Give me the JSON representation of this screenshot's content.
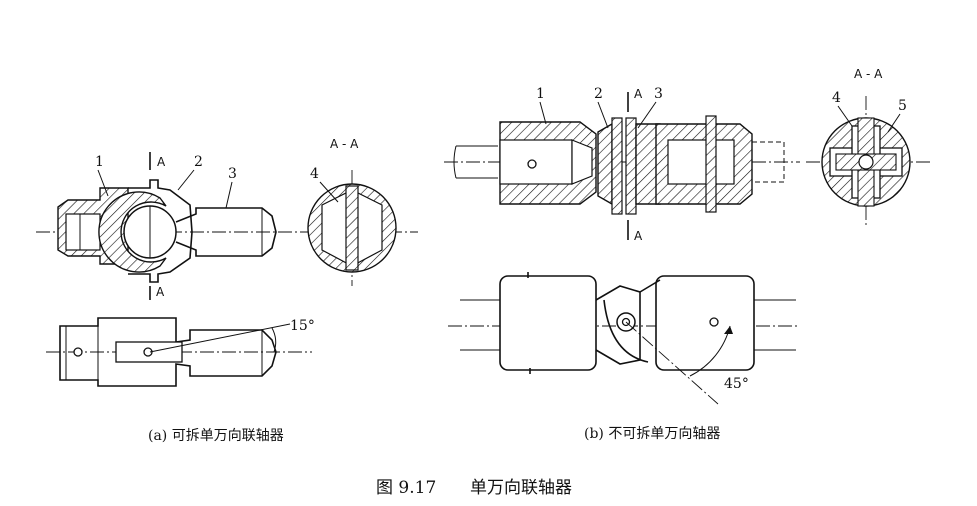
{
  "figure": {
    "number": "图 9.17",
    "title": "单万向联轴器"
  },
  "panel_a": {
    "caption": "(a) 可拆单万向联轴器",
    "part_labels": [
      "1",
      "2",
      "3",
      "4"
    ],
    "section_mark": "A",
    "section_title": "A - A",
    "angle_label": "15°"
  },
  "panel_b": {
    "caption": "(b) 不可拆单万向轴器",
    "part_labels": [
      "1",
      "2",
      "3",
      "4",
      "5"
    ],
    "section_mark": "A",
    "section_title": "A - A",
    "angle_label": "45°"
  }
}
